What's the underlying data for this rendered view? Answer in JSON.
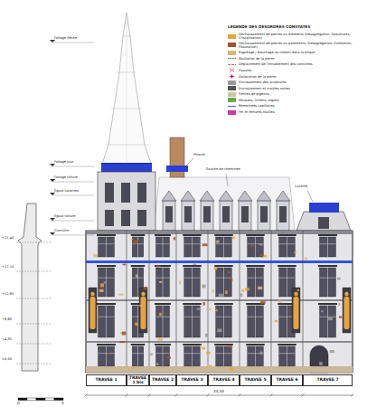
{
  "diagram": {
    "nodes": [
      {
        "text": [
          "TRAVEE 1"
        ]
      },
      {
        "text": [
          "TRAVEE 1 bis"
        ]
      },
      {
        "text": [
          "TRAVEE 2"
        ]
      },
      {
        "text": [
          "TRAVEE 3"
        ]
      },
      {
        "text": [
          "TRAVEE 4"
        ]
      },
      {
        "text": [
          "TRAVEE 5"
        ]
      },
      {
        "text": [
          "TRAVEE 6"
        ]
      },
      {
        "text": [
          "TRAVEE 7"
        ]
      }
    ],
    "labels": [
      "Faîtage flèche",
      "Faîtage tour",
      "Faîtage toiture",
      "Égout lucarnes",
      "Égout toiture",
      "Corniche",
      "Pinacle",
      "Souche de cheminée",
      "Lucarne",
      "+21,40",
      "+17,10",
      "+12,85",
      "+8,60",
      "+4,35",
      "±0,00",
      "0",
      "5",
      "34,50",
      "LEGENDE DES DESORDRES CONSTATES"
    ],
    "legend": [
      {
        "text": "Déchaussement de pierres ou éléments (Désagrégation, Epaufrures, Cristallisation)",
        "color": "#e8a33c"
      },
      {
        "text": "Déchaussement de pierres ou parements (Désagrégation, Exfoliation, Fissuration)",
        "color": "#a0522d"
      },
      {
        "text": "Ragréage / Bouchage au ciment dans la brique",
        "color": "#d8b878"
      },
      {
        "text": "Mutilation de la pierre"
      },
      {
        "text": "Déplacement de l'entablement des corniches"
      },
      {
        "text": "Fissures"
      },
      {
        "text": "Dislocation de la pierre"
      },
      {
        "text": "Encrassement des sculptures",
        "color": "#9a9a9a"
      },
      {
        "text": "Encroûtement et croûtes noires",
        "color": "#555555"
      },
      {
        "text": "Fientes de pigeons",
        "color": "#c8c8a0"
      },
      {
        "text": "Mousses, lichens, algues",
        "color": "#6aa84f"
      },
      {
        "text": "Remontées capillaires"
      },
      {
        "text": "Fer et ferrures rouillés",
        "color": "#d0389a"
      }
    ]
  }
}
